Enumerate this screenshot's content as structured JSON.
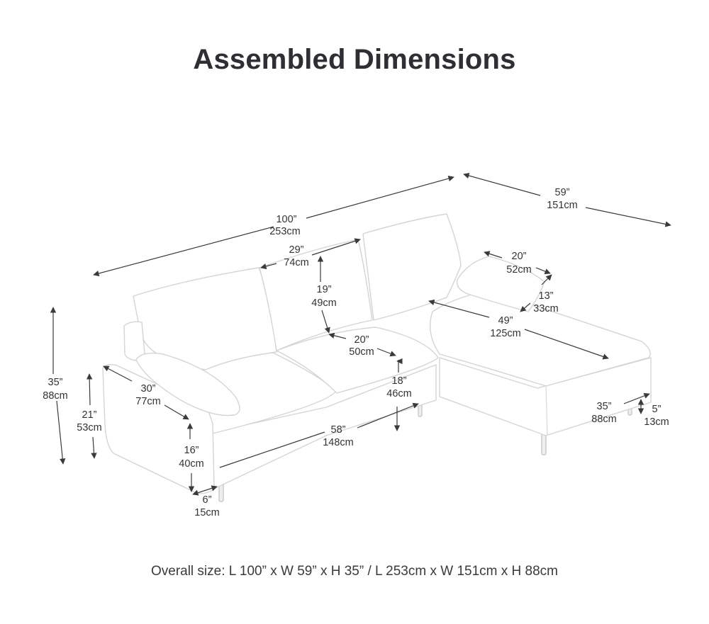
{
  "title": "Assembled Dimensions",
  "overall": "Overall size: L 100” x W 59” x H 35” / L 253cm x W 151cm x H 88cm",
  "dims": {
    "total_length": {
      "in": "100”",
      "cm": "253cm"
    },
    "total_width": {
      "in": "59”",
      "cm": "151cm"
    },
    "back_cushion_w": {
      "in": "29”",
      "cm": "74cm"
    },
    "back_cushion_h": {
      "in": "19”",
      "cm": "49cm"
    },
    "seat_depth": {
      "in": "20”",
      "cm": "50cm"
    },
    "chaise_pillow_w": {
      "in": "20”",
      "cm": "52cm"
    },
    "chaise_pillow_h": {
      "in": "13”",
      "cm": "33cm"
    },
    "chaise_length": {
      "in": "49”",
      "cm": "125cm"
    },
    "total_height": {
      "in": "35”",
      "cm": "88cm"
    },
    "arm_height": {
      "in": "21”",
      "cm": "53cm"
    },
    "arm_depth": {
      "in": "30”",
      "cm": "77cm"
    },
    "seat_height": {
      "in": "18”",
      "cm": "46cm"
    },
    "seat_width": {
      "in": "58”",
      "cm": "148cm"
    },
    "arm_to_floor": {
      "in": "16”",
      "cm": "40cm"
    },
    "arm_width": {
      "in": "6”",
      "cm": "15cm"
    },
    "chaise_width": {
      "in": "35”",
      "cm": "88cm"
    },
    "leg_height": {
      "in": "5”",
      "cm": "13cm"
    }
  }
}
